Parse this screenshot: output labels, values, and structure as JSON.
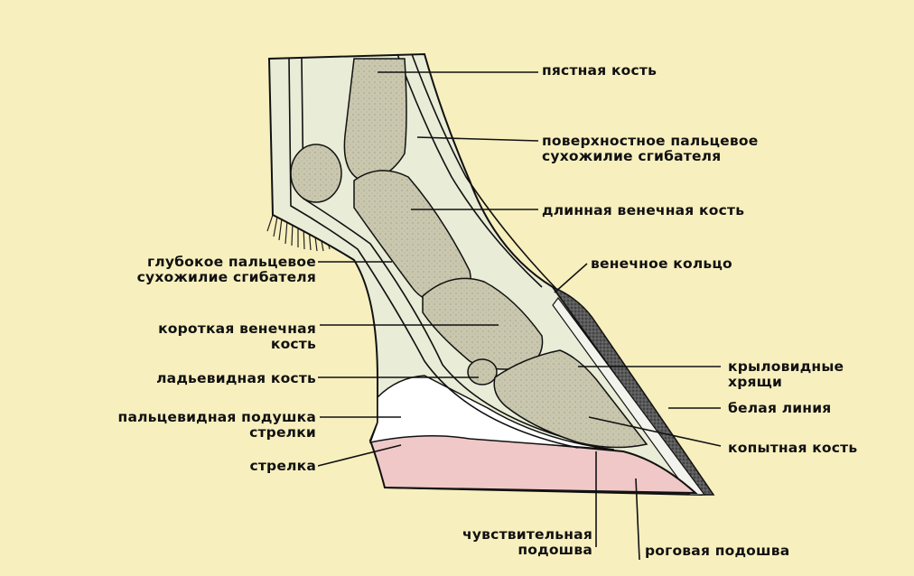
{
  "colors": {
    "background": "#f7efbe",
    "bone": "#c9c7ae",
    "soft_tissue": "#e9ecd6",
    "digital_cushion": "#ffffff",
    "frog": "#f0c8c8",
    "wall": "#3a3a3a",
    "leader": "#111111"
  },
  "labels": {
    "pyastnaya": [
      "пястная кость"
    ],
    "poverkhnostnoe": [
      "поверхностное пальцевое",
      "сухожилие сгибателя"
    ],
    "dlinnaya": [
      "длинная венечная кость"
    ],
    "venechnoe_kolco": [
      "венечное кольцо"
    ],
    "glubokoe": [
      "глубокое пальцевое",
      "сухожилие сгибателя"
    ],
    "korotkaya": [
      "короткая венечная",
      "кость"
    ],
    "ladevidnaya": [
      "ладьевидная кость"
    ],
    "palcevidnaya": [
      "пальцевидная подушка",
      "стрелки"
    ],
    "strelka": [
      "стрелка"
    ],
    "krylovidnye": [
      "крыловидные",
      "хрящи"
    ],
    "belaya_liniya": [
      "белая линия"
    ],
    "kopytnaya": [
      "копытная кость"
    ],
    "chuvstvitelnaya": [
      "чувствительная",
      "подошва"
    ],
    "rogovaya": [
      "роговая подошва"
    ]
  }
}
